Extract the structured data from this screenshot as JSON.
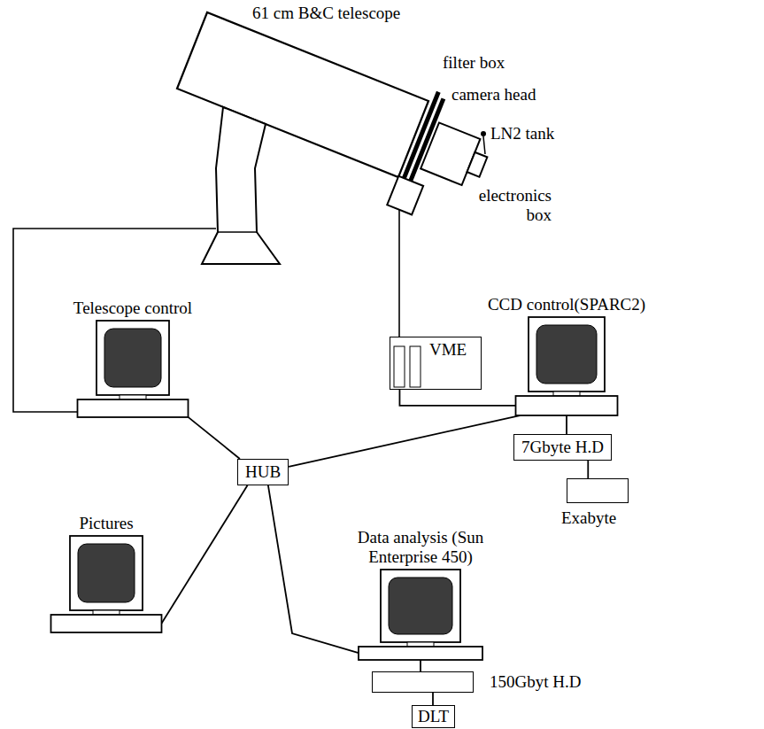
{
  "diagram": {
    "nodes": [
      {
        "text": [
          "Telescope control"
        ]
      },
      {
        "text": [
          "VME"
        ]
      },
      {
        "text": [
          "CCD control(SPARC2)"
        ]
      },
      {
        "text": [
          "7Gbyte H.D"
        ]
      },
      {
        "text": [
          "Exabyte"
        ]
      },
      {
        "text": [
          "HUB"
        ]
      },
      {
        "text": [
          "Pictures"
        ]
      },
      {
        "text": [
          "Data analysis (Sun Enterprise 450)"
        ]
      },
      {
        "text": [
          "150Gbyt H.D"
        ]
      },
      {
        "text": [
          "DLT"
        ]
      }
    ],
    "edges": [
      {
        "from": 0,
        "to": 5,
        "arrow": "none"
      },
      {
        "from": 1,
        "to": 2,
        "arrow": "none"
      },
      {
        "from": 2,
        "to": 5,
        "arrow": "none"
      },
      {
        "from": 2,
        "to": 3,
        "arrow": "none"
      },
      {
        "from": 3,
        "to": 4,
        "arrow": "none"
      },
      {
        "from": 6,
        "to": 5,
        "arrow": "none"
      },
      {
        "from": 7,
        "to": 5,
        "arrow": "none"
      },
      {
        "from": 7,
        "to": 8,
        "arrow": "none"
      },
      {
        "from": 8,
        "to": 9,
        "arrow": "none"
      }
    ],
    "labels": [
      "61 cm B&C telescope",
      "filter box",
      "camera head",
      "LN2 tank",
      "electronics box"
    ]
  }
}
